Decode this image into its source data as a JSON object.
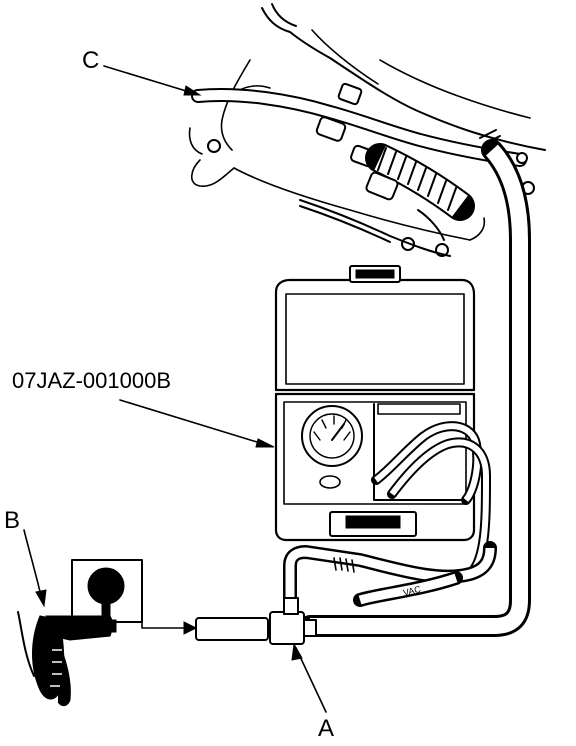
{
  "callouts": {
    "a": "A",
    "b": "B",
    "c": "C",
    "tool_number": "07JAZ-001000B",
    "hose_marking": "VAC"
  },
  "colors": {
    "ink": "#000000",
    "paper": "#ffffff"
  }
}
